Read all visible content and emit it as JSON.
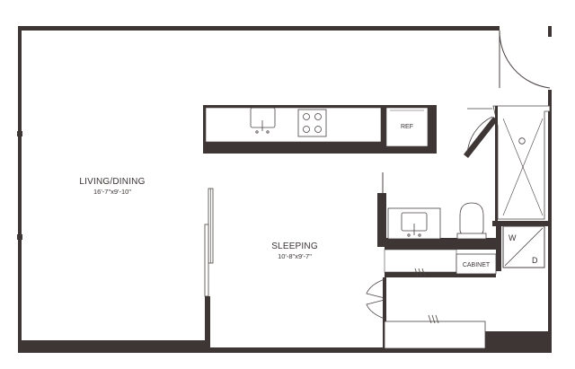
{
  "rooms": {
    "living": {
      "name": "LIVING/DINING",
      "dims": "16'-7\"x9'-10\""
    },
    "sleeping": {
      "name": "SLEEPING",
      "dims": "10'-8\"x9'-7\""
    }
  },
  "fixtures": {
    "ref": "REF",
    "cabinet": "CABINET",
    "washer": "W",
    "dryer": "D"
  },
  "colors": {
    "wall": "#3e3535",
    "line": "#4a4242",
    "fill": "#ffffff"
  }
}
